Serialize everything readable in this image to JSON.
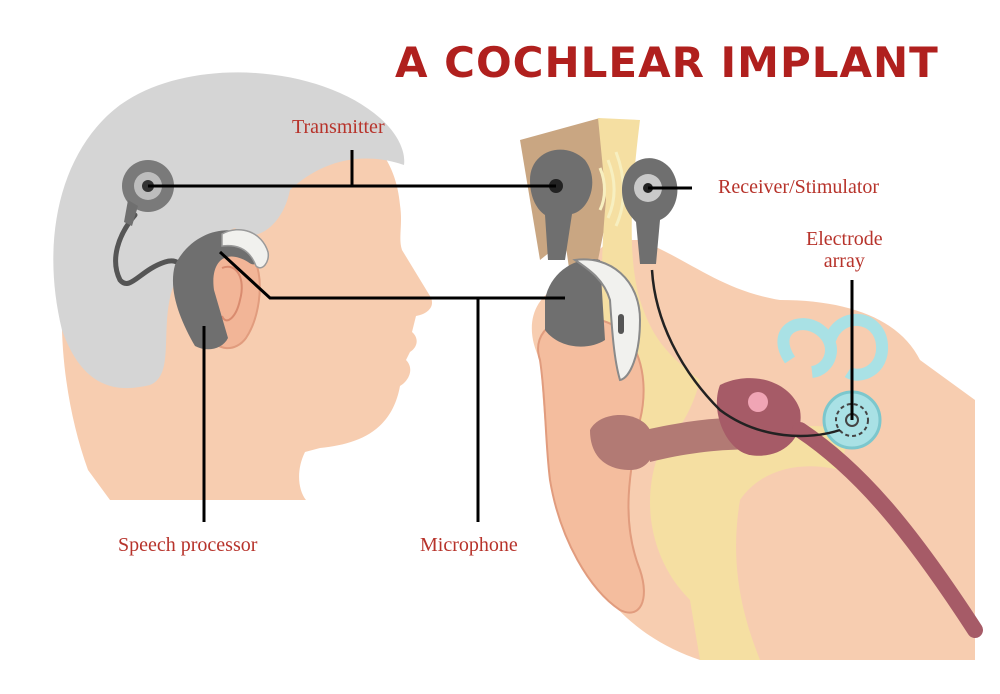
{
  "title": "A COCHLEAR IMPLANT",
  "labels": {
    "transmitter": "Transmitter",
    "receiver": "Receiver/Stimulator",
    "electrode_line1": "Electrode",
    "electrode_line2": "array",
    "speech_processor": "Speech processor",
    "microphone": "Microphone"
  },
  "colors": {
    "title": "#b0201e",
    "label": "#b7332b",
    "skin": "#f7cdb0",
    "hair": "#d5d5d5",
    "device_dark": "#6f6f6f",
    "device_light": "#f1f1ee",
    "bone": "#f5dfa2",
    "cochlea": "#a9e1e5",
    "ear_canal": "#b27a74",
    "nerve": "#a65b67",
    "callout_line": "#000000"
  }
}
